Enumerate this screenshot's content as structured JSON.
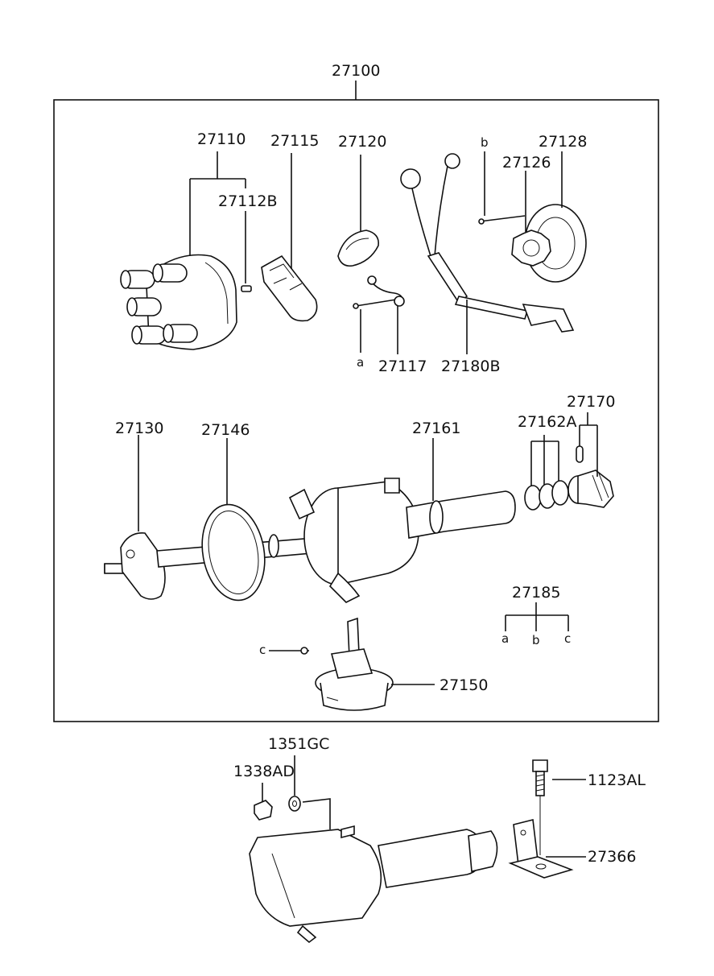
{
  "labels": {
    "assembly": "27100",
    "cap": "27110",
    "cap_seal": "27112B",
    "rotor": "27115",
    "cover": "27120",
    "screw_a_part": "27117",
    "letter_a": "a",
    "harness": "27180B",
    "letter_b": "b",
    "signal_rotor": "27126",
    "pickup": "27128",
    "plate": "27130",
    "gasket": "27146",
    "housing": "27161",
    "washers": "27162A",
    "pin": "27170",
    "screw_set": "27185",
    "set_a": "a",
    "set_b": "b",
    "set_c": "c",
    "letter_c": "c",
    "vacuum": "27150",
    "washer_1351": "1351GC",
    "nut_1338": "1338AD",
    "bolt_1123": "1123AL",
    "bracket": "27366"
  }
}
